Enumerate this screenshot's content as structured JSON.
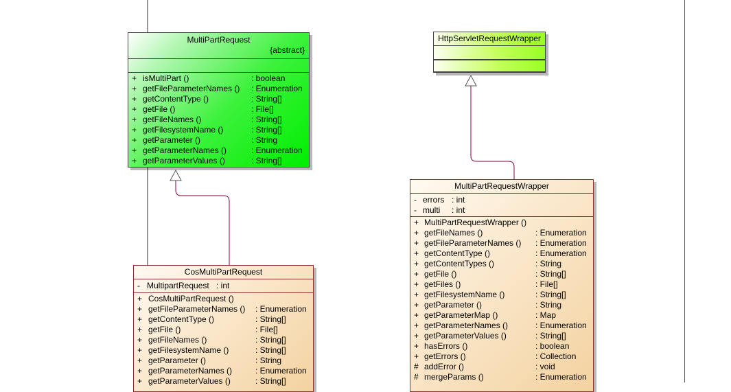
{
  "classes": [
    {
      "id": "multipartrequest",
      "name": "MultiPartRequest",
      "stereotype": "{abstract}",
      "attributes": [],
      "operations": [
        {
          "vis": "+",
          "name": "isMultiPart ()",
          "type": ": boolean"
        },
        {
          "vis": "+",
          "name": "getFileParameterNames ()",
          "type": ": Enumeration"
        },
        {
          "vis": "+",
          "name": "getContentType ()",
          "type": ": String[]"
        },
        {
          "vis": "+",
          "name": "getFile ()",
          "type": ": File[]"
        },
        {
          "vis": "+",
          "name": "getFileNames ()",
          "type": ": String[]"
        },
        {
          "vis": "+",
          "name": "getFilesystemName ()",
          "type": ": String[]"
        },
        {
          "vis": "+",
          "name": "getParameter ()",
          "type": ": String"
        },
        {
          "vis": "+",
          "name": "getParameterNames ()",
          "type": ": Enumeration"
        },
        {
          "vis": "+",
          "name": "getParameterValues ()",
          "type": ": String[]"
        }
      ]
    },
    {
      "id": "httpservletrequestwrapper",
      "name": "HttpServletRequestWrapper",
      "stereotype": "",
      "attributes": [],
      "operations": []
    },
    {
      "id": "cosmultipartrequest",
      "name": "CosMultiPartRequest",
      "stereotype": "",
      "attributes": [
        {
          "vis": "-",
          "name": "MultipartRequest",
          "type": ": int"
        }
      ],
      "operations": [
        {
          "vis": "+",
          "name": "CosMultiPartRequest ()",
          "type": ""
        },
        {
          "vis": "+",
          "name": "getFileParameterNames ()",
          "type": ": Enumeration"
        },
        {
          "vis": "+",
          "name": "getContentType ()",
          "type": ": String[]"
        },
        {
          "vis": "+",
          "name": "getFile ()",
          "type": ": File[]"
        },
        {
          "vis": "+",
          "name": "getFileNames ()",
          "type": ": String[]"
        },
        {
          "vis": "+",
          "name": "getFilesystemName ()",
          "type": ": String[]"
        },
        {
          "vis": "+",
          "name": "getParameter ()",
          "type": ": String"
        },
        {
          "vis": "+",
          "name": "getParameterNames ()",
          "type": ": Enumeration"
        },
        {
          "vis": "+",
          "name": "getParameterValues ()",
          "type": ": String[]"
        }
      ]
    },
    {
      "id": "multipartrequestwrapper",
      "name": "MultiPartRequestWrapper",
      "stereotype": "",
      "attributes": [
        {
          "vis": "-",
          "name": "errors",
          "type": ": int"
        },
        {
          "vis": "-",
          "name": "multi",
          "type": ": int"
        }
      ],
      "operations": [
        {
          "vis": "+",
          "name": "MultiPartRequestWrapper ()",
          "type": ""
        },
        {
          "vis": "+",
          "name": "getFileNames ()",
          "type": ": Enumeration"
        },
        {
          "vis": "+",
          "name": "getFileParameterNames ()",
          "type": ": Enumeration"
        },
        {
          "vis": "+",
          "name": "getContentType ()",
          "type": ": Enumeration"
        },
        {
          "vis": "+",
          "name": "getContentTypes ()",
          "type": ": String"
        },
        {
          "vis": "+",
          "name": "getFile ()",
          "type": ": String[]"
        },
        {
          "vis": "+",
          "name": "getFiles ()",
          "type": ": File[]"
        },
        {
          "vis": "+",
          "name": "getFilesystemName ()",
          "type": ": String[]"
        },
        {
          "vis": "+",
          "name": "getParameter ()",
          "type": ": String"
        },
        {
          "vis": "+",
          "name": "getParameterMap ()",
          "type": ": Map"
        },
        {
          "vis": "+",
          "name": "getParameterNames ()",
          "type": ": Enumeration"
        },
        {
          "vis": "+",
          "name": "getParameterValues ()",
          "type": ": String[]"
        },
        {
          "vis": "+",
          "name": "hasErrors ()",
          "type": ": boolean"
        },
        {
          "vis": "+",
          "name": "getErrors ()",
          "type": ": Collection"
        },
        {
          "vis": "#",
          "name": "addError ()",
          "type": ": void"
        },
        {
          "vis": "#",
          "name": "mergeParams ()",
          "type": ": Enumeration"
        }
      ]
    }
  ],
  "relations": [
    {
      "type": "generalization",
      "from": "cosmultipartrequest",
      "to": "multipartrequest"
    },
    {
      "type": "generalization",
      "from": "multipartrequestwrapper",
      "to": "httpservletrequestwrapper"
    }
  ],
  "colors": {
    "border": "#8b2f2f",
    "link": "#800040",
    "abstract_fill": "#00ee00",
    "wrapper_fill": "#99ff22",
    "class_fill": "#f3d2a0"
  }
}
